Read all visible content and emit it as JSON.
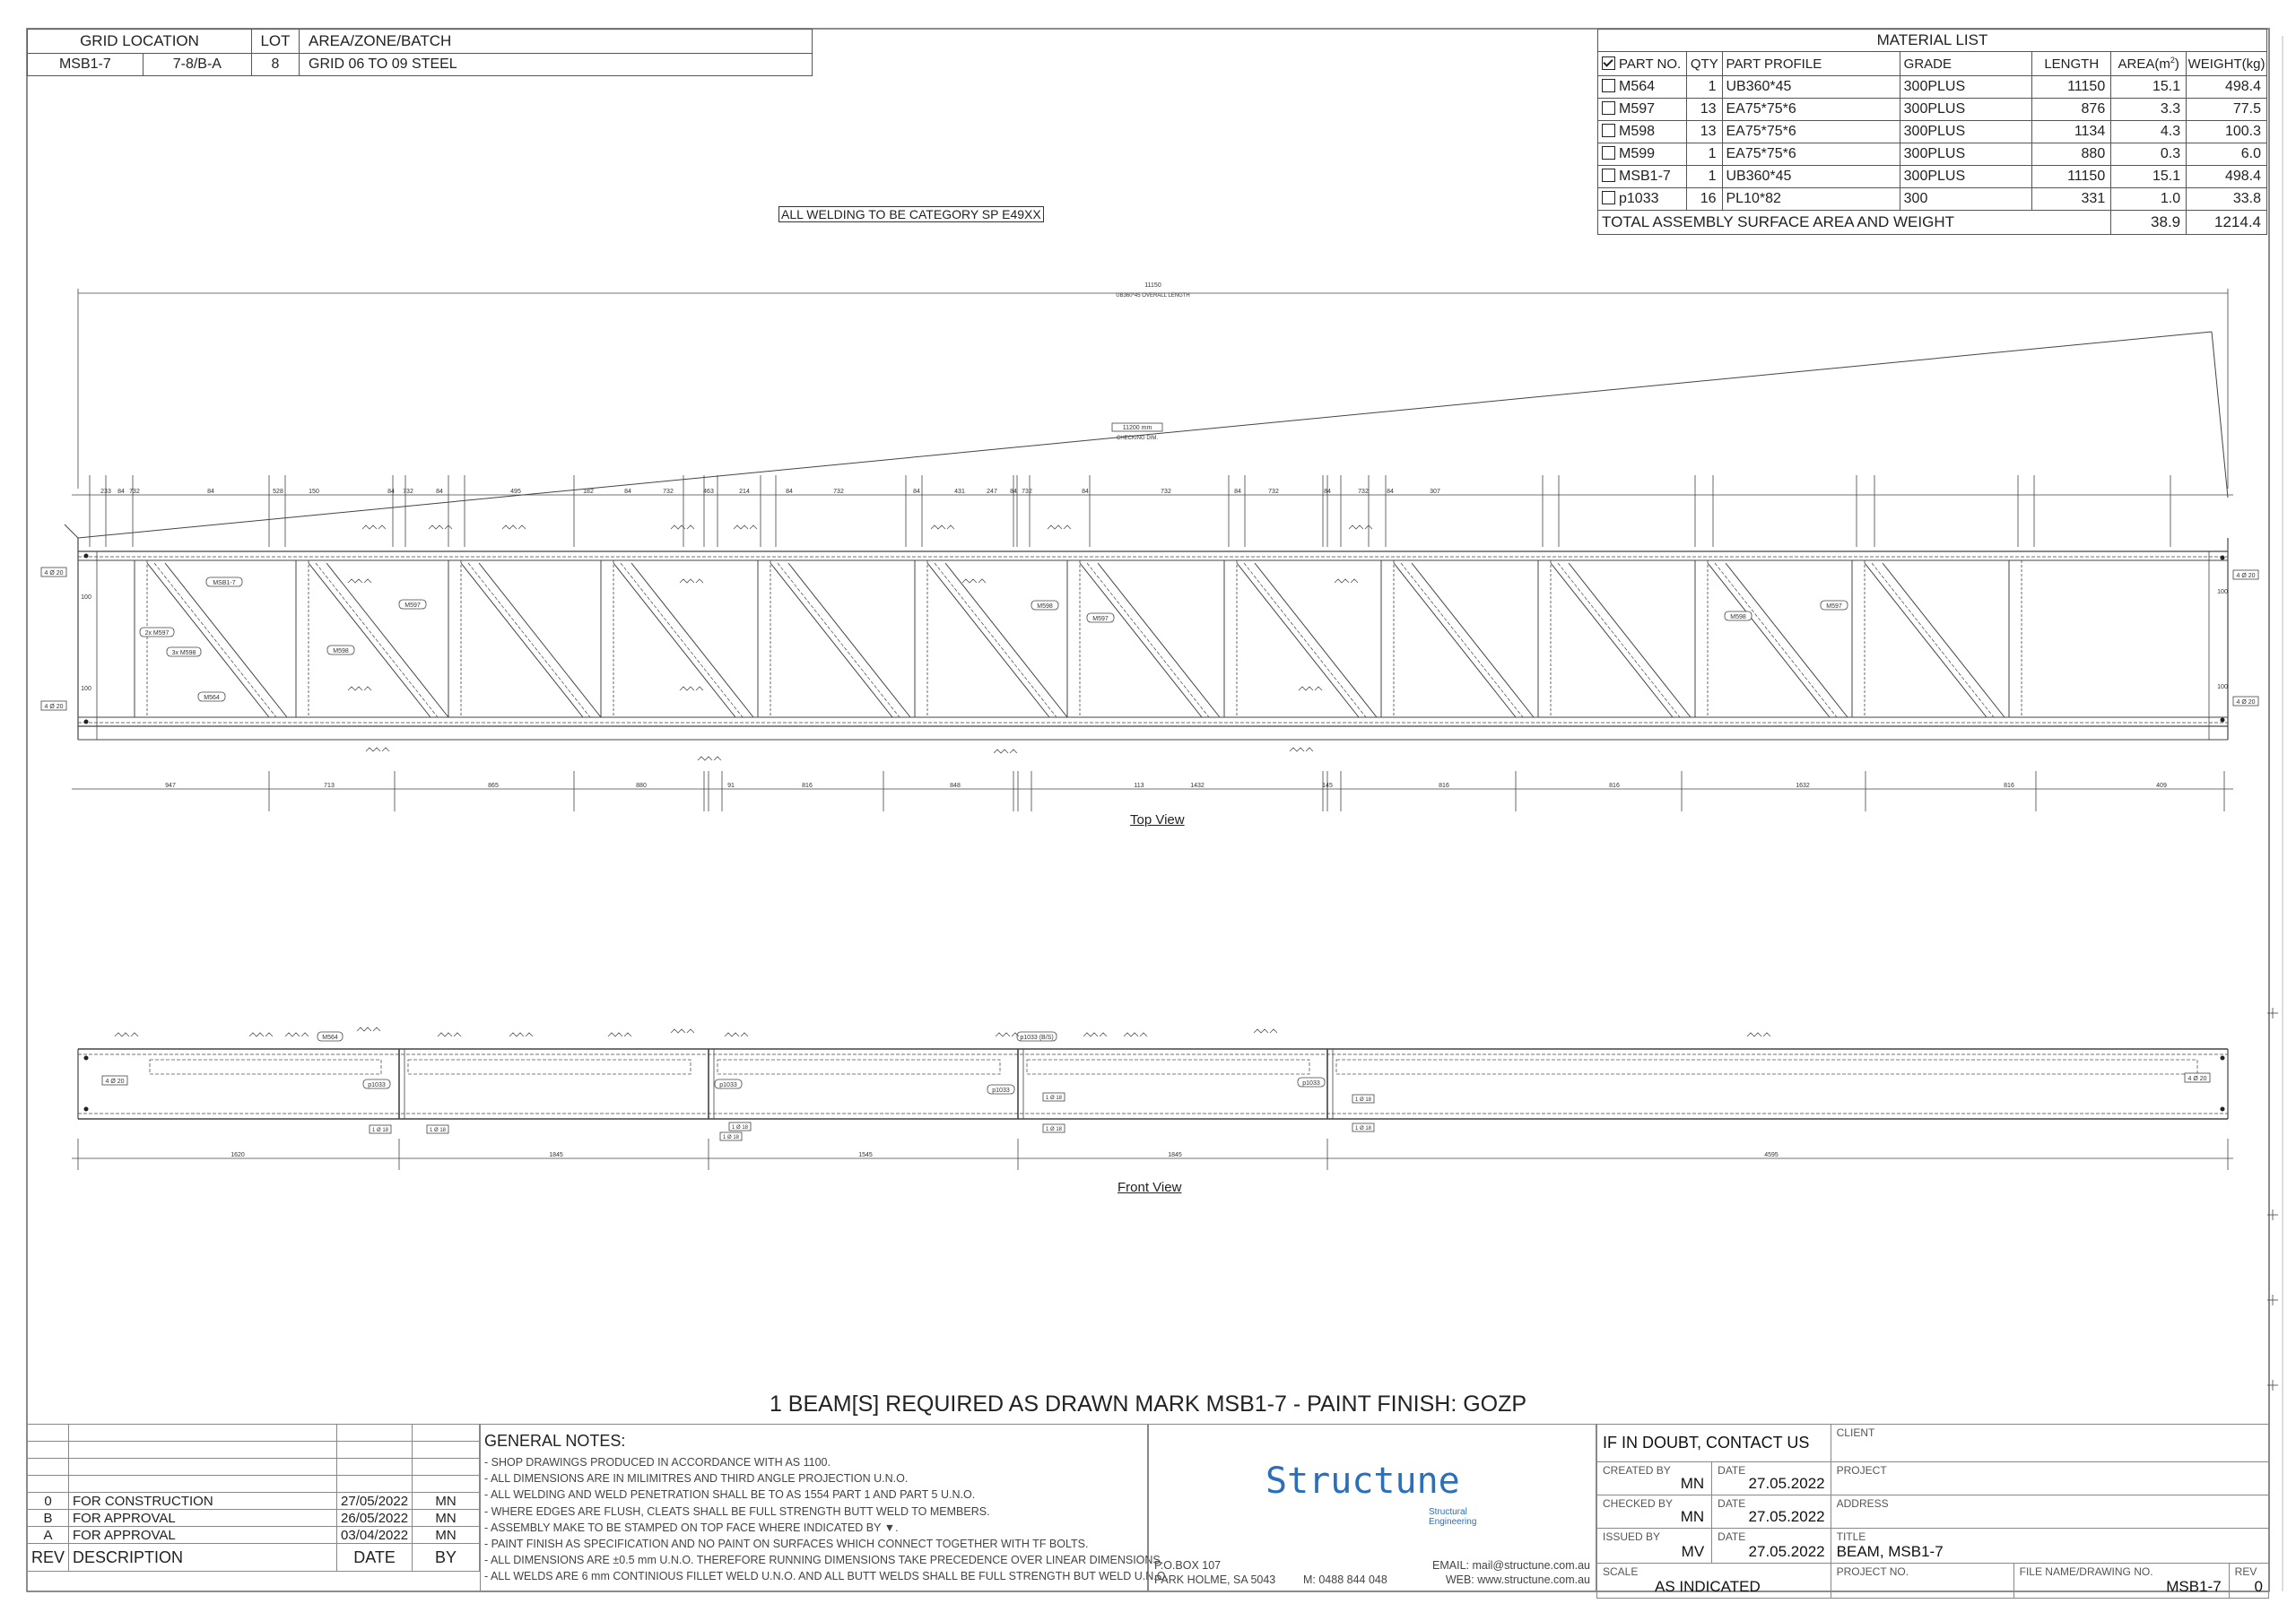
{
  "grid_header": {
    "headers": [
      "GRID LOCATION",
      "LOT",
      "AREA/ZONE/BATCH"
    ],
    "row": {
      "grid_1": "MSB1-7",
      "grid_2": "7-8/B-A",
      "lot": "8",
      "area": "GRID 06 TO 09 STEEL"
    }
  },
  "material_list": {
    "title": "MATERIAL LIST",
    "headers": [
      "PART NO.",
      "QTY",
      "PART PROFILE",
      "GRADE",
      "LENGTH",
      "AREA(m²)",
      "WEIGHT(kg)"
    ],
    "rows": [
      {
        "part": "M564",
        "qty": "1",
        "profile": "UB360*45",
        "grade": "300PLUS",
        "length": "11150",
        "area": "15.1",
        "weight": "498.4"
      },
      {
        "part": "M597",
        "qty": "13",
        "profile": "EA75*75*6",
        "grade": "300PLUS",
        "length": "876",
        "area": "3.3",
        "weight": "77.5"
      },
      {
        "part": "M598",
        "qty": "13",
        "profile": "EA75*75*6",
        "grade": "300PLUS",
        "length": "1134",
        "area": "4.3",
        "weight": "100.3"
      },
      {
        "part": "M599",
        "qty": "1",
        "profile": "EA75*75*6",
        "grade": "300PLUS",
        "length": "880",
        "area": "0.3",
        "weight": "6.0"
      },
      {
        "part": "MSB1-7",
        "qty": "1",
        "profile": "UB360*45",
        "grade": "300PLUS",
        "length": "11150",
        "area": "15.1",
        "weight": "498.4"
      },
      {
        "part": "p1033",
        "qty": "16",
        "profile": "PL10*82",
        "grade": "300",
        "length": "331",
        "area": "1.0",
        "weight": "33.8"
      }
    ],
    "total_label": "TOTAL ASSEMBLY SURFACE AREA AND WEIGHT",
    "total_area": "38.9",
    "total_weight": "1214.4"
  },
  "weld_note": "ALL WELDING TO BE CATEGORY SP E49XX",
  "drawing": {
    "overall_length": "11150",
    "overall_length_label": "UB360*45 OVERALL LENGTH",
    "checking_dim": "11200 mm",
    "checking_label": "CHECKING DIM.",
    "top_view_label": "Top View",
    "front_view_label": "Front View",
    "top_dims": [
      "233",
      "84",
      "732",
      "84",
      "528",
      "150",
      "84",
      "732",
      "84",
      "495",
      "182",
      "84",
      "732",
      "463",
      "214",
      "84",
      "732",
      "84",
      "431",
      "247",
      "84",
      "732",
      "84",
      "732",
      "84",
      "732",
      "84",
      "732",
      "84",
      "307"
    ],
    "bottom_dims": [
      "947",
      "713",
      "865",
      "880",
      "91",
      "816",
      "848",
      "113",
      "1432",
      "145",
      "816",
      "816",
      "1632",
      "816",
      "409"
    ],
    "front_dims": [
      "1620",
      "1845",
      "1545",
      "1845",
      "4595"
    ],
    "part_tags": [
      "MSB1-7",
      "2x M597",
      "3x M598",
      "M598",
      "M564",
      "M597",
      "M598",
      "M597",
      "M598",
      "M597"
    ],
    "front_tags": [
      "M564",
      "p1033",
      "p1033",
      "p1033",
      "p1033",
      "p1033 (B/S)"
    ],
    "bolt_tag": "4 Ø 20",
    "bolt_small": "1 Ø 18",
    "side_dim": "100"
  },
  "beams_required": "1  BEAM[S] REQUIRED AS DRAWN MARK  MSB1-7 - PAINT FINISH: GOZP",
  "revisions": {
    "rows": [
      {
        "rev": "0",
        "desc": "FOR CONSTRUCTION",
        "date": "27/05/2022",
        "by": "MN"
      },
      {
        "rev": "B",
        "desc": "FOR APPROVAL",
        "date": "26/05/2022",
        "by": "MN"
      },
      {
        "rev": "A",
        "desc": "FOR APPROVAL",
        "date": "03/04/2022",
        "by": "MN"
      }
    ],
    "headers": {
      "rev": "REV",
      "desc": "DESCRIPTION",
      "date": "DATE",
      "by": "BY"
    }
  },
  "general_notes": {
    "title": "GENERAL NOTES:",
    "lines": [
      "- SHOP DRAWINGS PRODUCED IN ACCORDANCE WITH AS 1100.",
      "- ALL DIMENSIONS ARE IN MILIMITRES AND THIRD ANGLE PROJECTION U.N.O.",
      "- ALL WELDING AND WELD PENETRATION SHALL BE TO AS 1554 PART 1 AND PART 5 U.N.O.",
      "- WHERE EDGES ARE FLUSH, CLEATS SHALL BE FULL STRENGTH BUTT WELD TO MEMBERS.",
      "- ASSEMBLY MAKE TO BE STAMPED ON TOP FACE WHERE INDICATED BY ▼.",
      "- PAINT FINISH AS SPECIFICATION AND NO PAINT ON SURFACES WHICH CONNECT TOGETHER WITH TF BOLTS.",
      "- ALL DIMENSIONS ARE ±0.5 mm U.N.O. THEREFORE RUNNING DIMENSIONS TAKE PRECEDENCE OVER LINEAR DIMENSIONS.",
      "- ALL WELDS ARE 6 mm CONTINIOUS FILLET WELD U.N.O. AND ALL BUTT WELDS SHALL BE FULL STRENGTH BUT WELD U.N.O."
    ]
  },
  "company": {
    "logo": "Structune",
    "logo_sub_1": "Structural",
    "logo_sub_2": "Engineering",
    "po_box": "P.O.BOX 107",
    "suburb": "PARK HOLME, SA 5043",
    "mobile": "M:  0488 844 048",
    "email": "EMAIL: mail@structune.com.au",
    "web": "WEB: www.structune.com.au"
  },
  "title_block": {
    "if_in_doubt": "IF IN DOUBT, CONTACT US",
    "client_label": "CLIENT",
    "created_by_label": "CREATED BY",
    "created_by": "MN",
    "checked_by_label": "CHECKED BY",
    "checked_by": "MN",
    "issued_by_label": "ISSUED BY",
    "issued_by": "MV",
    "date_label": "DATE",
    "created_date": "27.05.2022",
    "checked_date": "27.05.2022",
    "issued_date": "27.05.2022",
    "project_label": "PROJECT",
    "address_label": "ADDRESS",
    "title_label": "TITLE",
    "title": "BEAM, MSB1-7",
    "scale_label": "SCALE",
    "scale": "AS INDICATED",
    "project_no_label": "PROJECT NO.",
    "file_label": "FILE NAME/DRAWING NO.",
    "file": "MSB1-7",
    "rev_label": "REV",
    "rev": "0"
  }
}
